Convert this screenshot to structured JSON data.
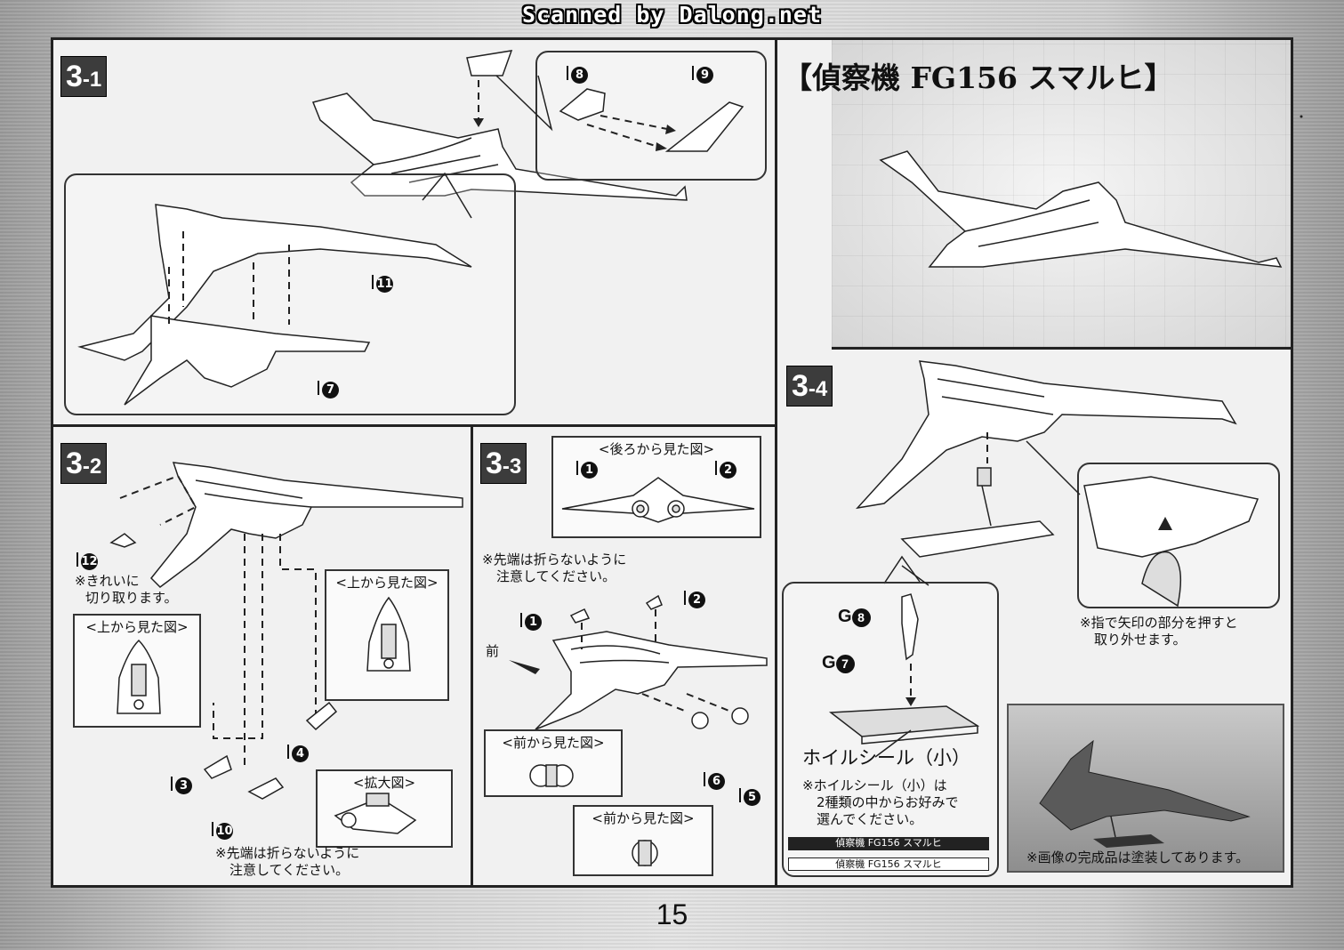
{
  "banner": "Scanned by Dalong.net",
  "page_number": "15",
  "title": "【偵察機 FG156 スマルヒ】",
  "steps": {
    "s31": {
      "num": "3",
      "sub": "-1"
    },
    "s32": {
      "num": "3",
      "sub": "-2"
    },
    "s33": {
      "num": "3",
      "sub": "-3"
    },
    "s34": {
      "num": "3",
      "sub": "-4"
    }
  },
  "parts": {
    "p8": "8",
    "p9": "9",
    "p11": "11",
    "p7": "7",
    "p12": "12",
    "p3": "3",
    "p4": "4",
    "p10": "10",
    "p1a": "1",
    "p2a": "2",
    "p1b": "1",
    "p2b": "2",
    "p6": "6",
    "p5": "5"
  },
  "g_parts": {
    "g8_prefix": "G",
    "g8": "8",
    "g7_prefix": "G",
    "g7": "7"
  },
  "views": {
    "top_view_a": "<上から見た図>",
    "top_view_b": "<上から見た図>",
    "zoom": "<拡大図>",
    "rear_view": "<後ろから見た図>",
    "front_view_a": "<前から見た図>",
    "front_view_b": "<前から見た図>"
  },
  "notes": {
    "cut_clean_1": "※きれいに",
    "cut_clean_2": "切り取ります。",
    "tip_1a": "※先端は折らないように",
    "tip_1b": "注意してください。",
    "tip_2a": "※先端は折らないように",
    "tip_2b": "注意してください。",
    "front": "前",
    "press_1": "※指で矢印の部分を押すと",
    "press_2": "取り外せます。",
    "foil_title": "ホイルシール（小）",
    "foil_1": "※ホイルシール（小）は",
    "foil_2": "2種類の中からお好みで",
    "foil_3": "選んでください。",
    "foil_bar_dark": "偵察機 FG156 スマルヒ",
    "foil_bar_light": "偵察機 FG156 スマルヒ",
    "painted": "※画像の完成品は塗装してあります。"
  }
}
